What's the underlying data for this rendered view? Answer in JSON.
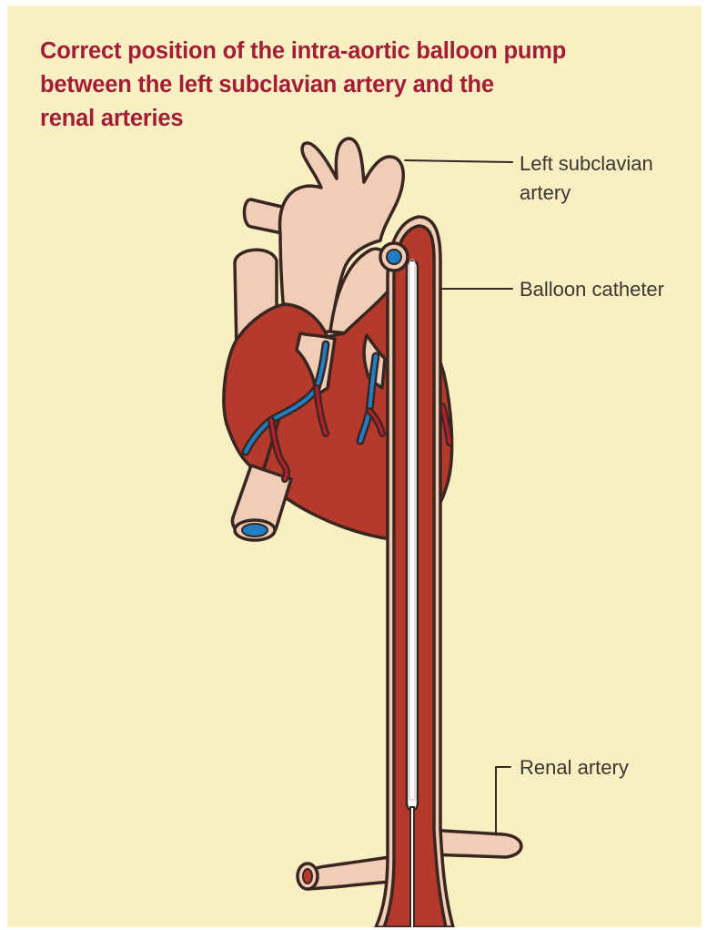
{
  "figure": {
    "title_lines": [
      "Correct position of the intra-aortic balloon pump",
      "between the left subclavian artery and the",
      "renal arteries"
    ],
    "labels": {
      "left_subclavian_artery": [
        "Left subclavian",
        "artery"
      ],
      "balloon_catheter": "Balloon catheter",
      "renal_artery": "Renal artery"
    }
  },
  "colors": {
    "background": "#f8f0c2",
    "title": "#a31d36",
    "heart_muscle": "#b63a2c",
    "vessel_pale": "#efcdb6",
    "outline": "#3a2620",
    "vein_blue": "#1f7fc6",
    "artery_red": "#b0202e",
    "label_text": "#3b3630"
  }
}
